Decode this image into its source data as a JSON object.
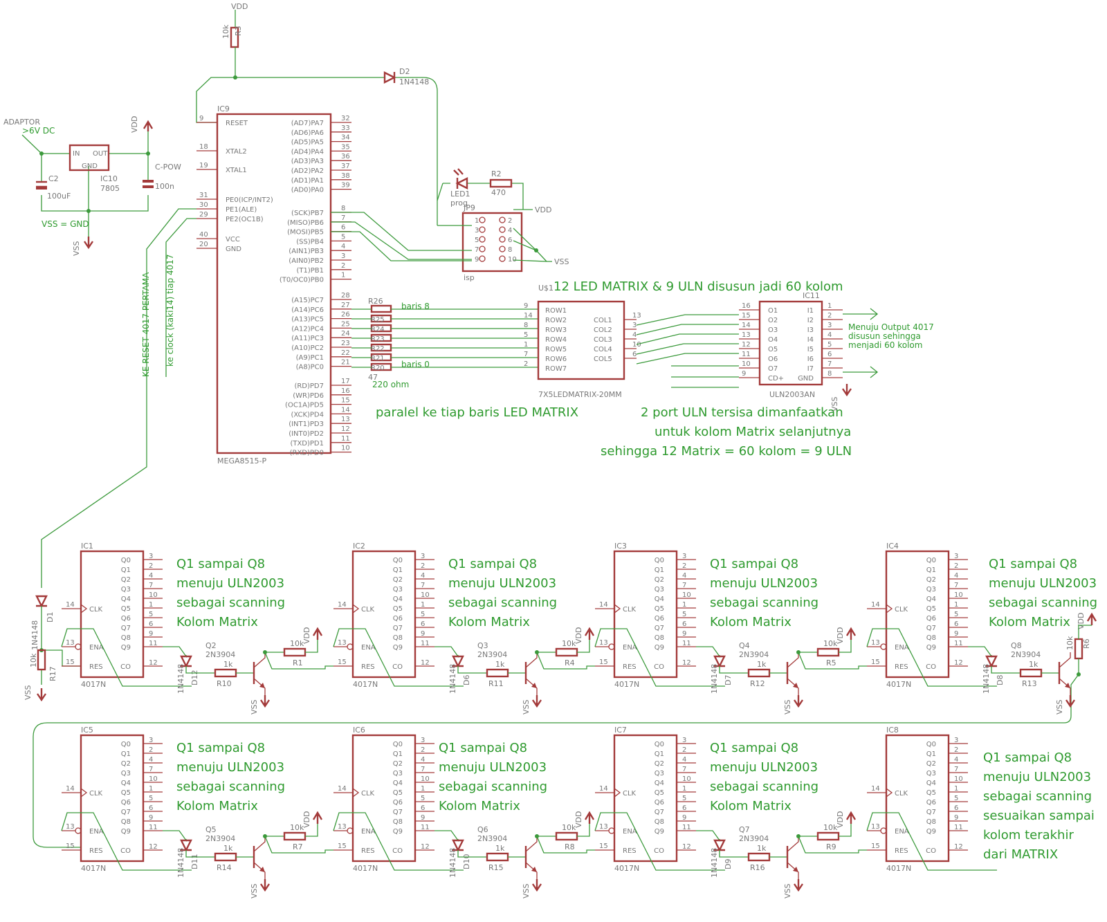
{
  "labels": {
    "vdd": "VDD",
    "vss": "VSS",
    "r3_name": "R3",
    "r3_val": "10k",
    "d2_name": "D2",
    "d2_val": "1N4148",
    "ic9_name": "IC9",
    "ic9_part": "MEGA8515-P",
    "adaptor": "ADAPTOR",
    "adaptor_v": ">6V DC",
    "ic10_name": "IC10",
    "ic10_part": "7805",
    "ic10_in": "IN",
    "ic10_out": "OUT",
    "ic10_gnd": "GND",
    "c2_name": "C2",
    "c2_val": "100uF",
    "cpow_name": "C-POW",
    "cpow_val": "100n",
    "vss_gnd": "VSS = GND",
    "led1_name": "LED1",
    "led1_val": "prog",
    "r2_name": "R2",
    "r2_val": "470",
    "jp9_name": "JP9",
    "jp9_part": "isp",
    "r26_name": "R26",
    "r26_val": "47",
    "r26_ohm": "220 ohm",
    "baris8": "baris 8",
    "baris0": "baris 0",
    "us1": "U$1",
    "matrix_part": "7X5LEDMATRIX-20MM",
    "ic11_name": "IC11",
    "ic11_part": "ULN2003AN",
    "ke_reset": "KE RESET 4017 PERTAMA",
    "ke_clock": "ke clock (kaki14) tiap 4017",
    "d1_name": "D1",
    "d1_val": "1N4148",
    "r17_name": "R17",
    "r17_val": "10k",
    "r6_name": "R6",
    "r6_val": "10k",
    "part_4017": "4017N",
    "q_part": "2N3904",
    "one_k": "1k",
    "ten_k": "10k"
  },
  "notes": {
    "matrix_title": "12 LED MATRIX & 9 ULN disusun jadi 60 kolom",
    "paralel": "paralel ke tiap baris LED MATRIX",
    "uln_note_1": "2 port ULN tersisa dimanfaatkan",
    "uln_note_2": "untuk kolom Matrix selanjutnya",
    "uln_note_3": "sehingga 12 Matrix = 60 kolom = 9 ULN",
    "menuju_1": "Menuju Output 4017",
    "menuju_2": "disusun sehingga",
    "menuju_3": "menjadi 60 kolom",
    "scan_1": "Q1 sampai Q8",
    "scan_2": "menuju ULN2003",
    "scan_3": "sebagai scanning",
    "scan_4": "Kolom Matrix",
    "last_1": "Q1 sampai Q8",
    "last_2": "menuju ULN2003",
    "last_3": "sebagai scanning",
    "last_4": "sesuaikan sampai",
    "last_5": "kolom terakhir",
    "last_6": "dari MATRIX"
  },
  "ic9": {
    "left_pins": [
      {
        "num": "9",
        "name": "RESET"
      },
      {
        "num": "18",
        "name": "XTAL2"
      },
      {
        "num": "19",
        "name": "XTAL1"
      },
      {
        "num": "31",
        "name": "PE0(ICP/INT2)"
      },
      {
        "num": "30",
        "name": "PE1(ALE)"
      },
      {
        "num": "29",
        "name": "PE2(OC1B)"
      },
      {
        "num": "40",
        "name": "VCC"
      },
      {
        "num": "20",
        "name": "GND"
      }
    ],
    "right_pins": [
      {
        "num": "32",
        "name": "(AD7)PA7"
      },
      {
        "num": "33",
        "name": "(AD6)PA6"
      },
      {
        "num": "34",
        "name": "(AD5)PA5"
      },
      {
        "num": "35",
        "name": "(AD4)PA4"
      },
      {
        "num": "36",
        "name": "(AD3)PA3"
      },
      {
        "num": "37",
        "name": "(AD2)PA2"
      },
      {
        "num": "38",
        "name": "(AD1)PA1"
      },
      {
        "num": "39",
        "name": "(AD0)PA0"
      },
      {
        "num": "8",
        "name": "(SCK)PB7"
      },
      {
        "num": "7",
        "name": "(MISO)PB6"
      },
      {
        "num": "6",
        "name": "(MOSI)PB5"
      },
      {
        "num": "5",
        "name": "(SS)PB4"
      },
      {
        "num": "4",
        "name": "(AIN1)PB3"
      },
      {
        "num": "3",
        "name": "(AIN0)PB2"
      },
      {
        "num": "2",
        "name": "(T1)PB1"
      },
      {
        "num": "1",
        "name": "(T0/OC0)PB0"
      },
      {
        "num": "28",
        "name": "(A15)PC7"
      },
      {
        "num": "27",
        "name": "(A14)PC6"
      },
      {
        "num": "26",
        "name": "(A13)PC5"
      },
      {
        "num": "25",
        "name": "(A12)PC4"
      },
      {
        "num": "24",
        "name": "(A11)PC3"
      },
      {
        "num": "23",
        "name": "(A10)PC2"
      },
      {
        "num": "22",
        "name": "(A9)PC1"
      },
      {
        "num": "21",
        "name": "(A8)PC0"
      },
      {
        "num": "17",
        "name": "(RD)PD7"
      },
      {
        "num": "16",
        "name": "(WR)PD6"
      },
      {
        "num": "15",
        "name": "(OC1A)PD5"
      },
      {
        "num": "14",
        "name": "(XCK)PD4"
      },
      {
        "num": "13",
        "name": "(INT1)PD3"
      },
      {
        "num": "12",
        "name": "(INT0)PD2"
      },
      {
        "num": "11",
        "name": "(TXD)PD1"
      },
      {
        "num": "10",
        "name": "(RXD)PD0"
      }
    ]
  },
  "jp9_pins": [
    "1",
    "2",
    "3",
    "4",
    "5",
    "6",
    "7",
    "8",
    "9",
    "10"
  ],
  "resistor_pack": [
    "R25",
    "R24",
    "R23",
    "R22",
    "R21",
    "R20"
  ],
  "matrix": {
    "rows": [
      {
        "num": "9",
        "name": "ROW1"
      },
      {
        "num": "14",
        "name": "ROW2"
      },
      {
        "num": "8",
        "name": "ROW3"
      },
      {
        "num": "5",
        "name": "ROW4"
      },
      {
        "num": "1",
        "name": "ROW5"
      },
      {
        "num": "7",
        "name": "ROW6"
      },
      {
        "num": "2",
        "name": "ROW7"
      }
    ],
    "cols": [
      {
        "num": "13",
        "name": "COL1"
      },
      {
        "num": "3",
        "name": "COL2"
      },
      {
        "num": "4",
        "name": "COL3"
      },
      {
        "num": "10",
        "name": "COL4"
      },
      {
        "num": "6",
        "name": "COL5"
      }
    ]
  },
  "uln": {
    "left": [
      {
        "num": "16",
        "name": "O1"
      },
      {
        "num": "15",
        "name": "O2"
      },
      {
        "num": "14",
        "name": "O3"
      },
      {
        "num": "13",
        "name": "O4"
      },
      {
        "num": "12",
        "name": "O5"
      },
      {
        "num": "11",
        "name": "O6"
      },
      {
        "num": "10",
        "name": "O7"
      },
      {
        "num": "9",
        "name": "CD+"
      }
    ],
    "right": [
      {
        "num": "1",
        "name": "I1"
      },
      {
        "num": "2",
        "name": "I2"
      },
      {
        "num": "3",
        "name": "I3"
      },
      {
        "num": "4",
        "name": "I4"
      },
      {
        "num": "5",
        "name": "I5"
      },
      {
        "num": "6",
        "name": "I6"
      },
      {
        "num": "7",
        "name": "I7"
      },
      {
        "num": "8",
        "name": "GND"
      }
    ]
  },
  "ic4017_pins": {
    "outputs": [
      {
        "name": "Q0",
        "num": "3"
      },
      {
        "name": "Q1",
        "num": "2"
      },
      {
        "name": "Q2",
        "num": "4"
      },
      {
        "name": "Q3",
        "num": "7"
      },
      {
        "name": "Q4",
        "num": "10"
      },
      {
        "name": "Q5",
        "num": "1"
      },
      {
        "name": "Q6",
        "num": "5"
      },
      {
        "name": "Q7",
        "num": "6"
      },
      {
        "name": "Q8",
        "num": "9"
      },
      {
        "name": "Q9",
        "num": "11"
      }
    ],
    "clk": {
      "name": "CLK",
      "num": "14"
    },
    "ena": {
      "name": "ENA",
      "num": "13"
    },
    "res": {
      "name": "RES",
      "num": "15"
    },
    "co": {
      "name": "CO",
      "num": "12"
    }
  },
  "stages": [
    {
      "ic": "IC1",
      "q": "Q2",
      "rb": "R10",
      "rc": "R1",
      "d": "D12"
    },
    {
      "ic": "IC2",
      "q": "Q3",
      "rb": "R11",
      "rc": "R4",
      "d": "D6"
    },
    {
      "ic": "IC3",
      "q": "Q4",
      "rb": "R12",
      "rc": "R5",
      "d": "D7"
    },
    {
      "ic": "IC4",
      "q": "Q8",
      "rb": "R13",
      "rc": "",
      "d": "D8"
    },
    {
      "ic": "IC5",
      "q": "Q5",
      "rb": "R14",
      "rc": "R7",
      "d": "D11"
    },
    {
      "ic": "IC6",
      "q": "Q6",
      "rb": "R15",
      "rc": "R8",
      "d": "D10"
    },
    {
      "ic": "IC7",
      "q": "Q7",
      "rb": "R16",
      "rc": "R9",
      "d": "D9"
    },
    {
      "ic": "IC8",
      "q": "",
      "rb": "",
      "rc": "",
      "d": ""
    }
  ],
  "colors": {
    "wire": "#3c9a3c",
    "part": "#a33a3a",
    "label": "#777777",
    "note": "#2e9a2e"
  }
}
